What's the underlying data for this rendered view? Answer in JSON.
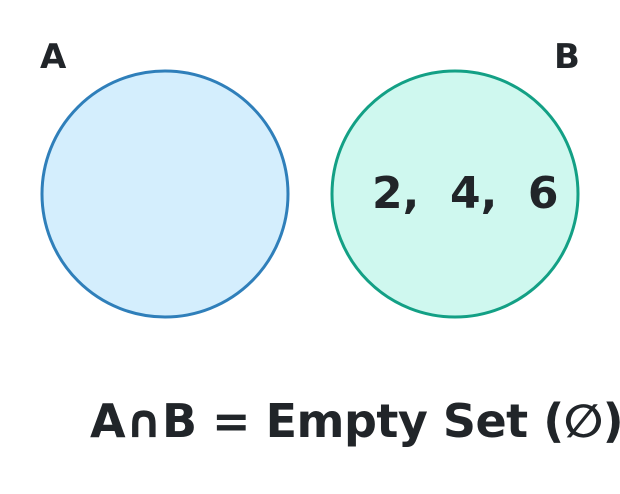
{
  "diagram": {
    "type": "venn",
    "sets": [
      {
        "name": "A",
        "elements": [],
        "fill": "#d4eefd",
        "stroke": "#2f7fba"
      },
      {
        "name": "B",
        "elements": [
          "2",
          "4",
          "6"
        ],
        "fill": "#cff8ef",
        "stroke": "#13a085"
      }
    ],
    "set_a_label": "A",
    "set_b_label": "B",
    "set_b_elements_text": "2,  4,  6",
    "caption": "A∩B = Empty Set (∅)"
  }
}
